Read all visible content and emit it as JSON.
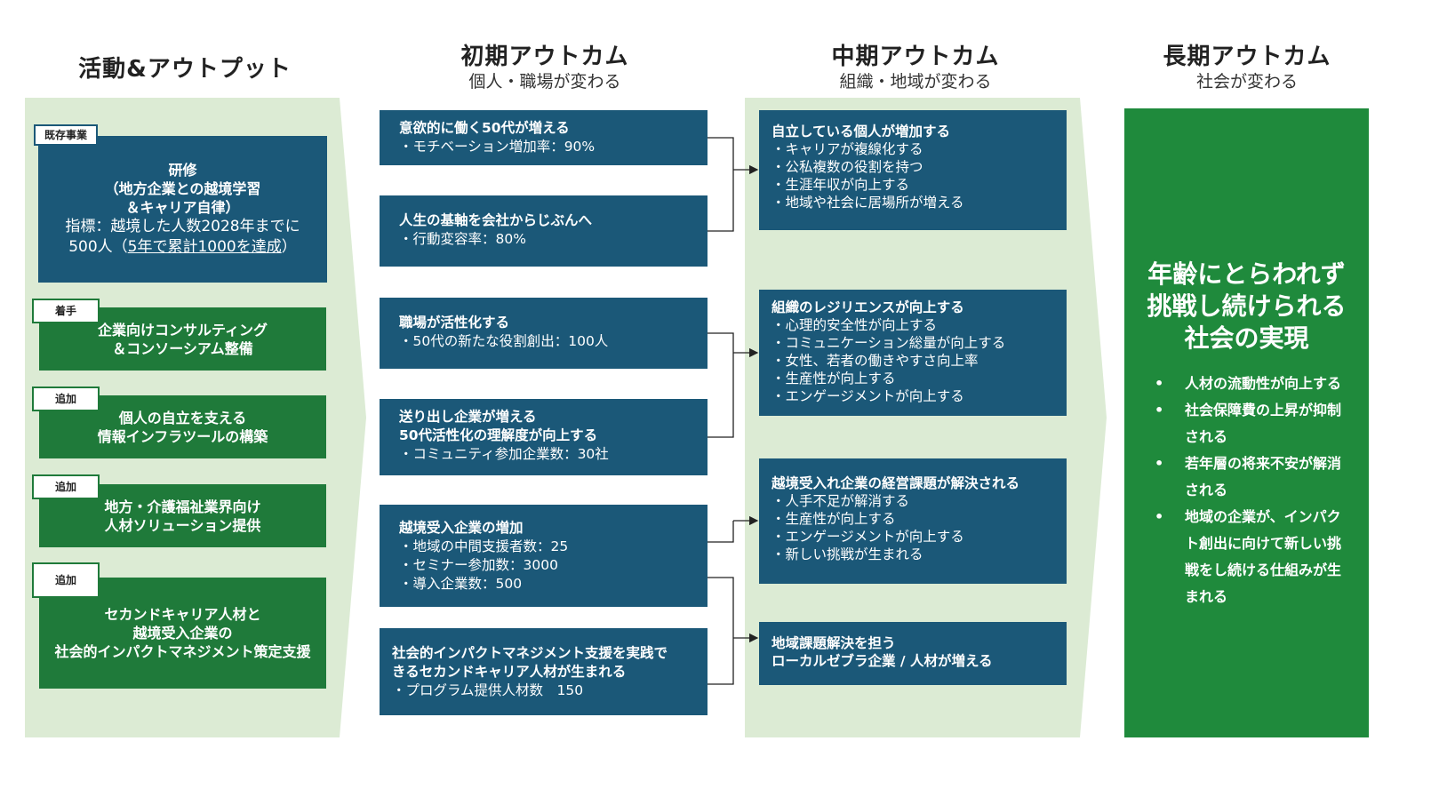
{
  "columns": {
    "activities": {
      "title": "活動&アウトプット"
    },
    "initial": {
      "title": "初期アウトカム",
      "subtitle": "個人・職場が変わる"
    },
    "mid": {
      "title": "中期アウトカム",
      "subtitle": "組織・地域が変わる"
    },
    "long": {
      "title": "長期アウトカム",
      "subtitle": "社会が変わる"
    }
  },
  "activities": [
    {
      "tag": "既存事業",
      "line1": "研修",
      "line2": "（地方企業との越境学習",
      "line3": "＆キャリア自律）",
      "line4": "指標：越境した人数2028年までに",
      "line5a": "500人（",
      "line5b": "5年で累計1000を達成",
      "line5c": "）"
    },
    {
      "tag": "着手",
      "line1": "企業向けコンサルティング",
      "line2": "＆コンソーシアム整備"
    },
    {
      "tag": "追加",
      "line1": "個人の自立を支える",
      "line2": "情報インフラツールの構築"
    },
    {
      "tag": "追加",
      "line1": "地方・介護福祉業界向け",
      "line2": "人材ソリューション提供"
    },
    {
      "tag": "追加",
      "line1": "セカンドキャリア人材と",
      "line2": "越境受入企業の",
      "line3": "社会的インパクトマネジメント策定支援"
    }
  ],
  "initial": [
    {
      "title": "意欲的に働く50代が増える",
      "items": [
        "・モチベーション増加率：90%"
      ]
    },
    {
      "title": "人生の基軸を会社からじぶんへ",
      "items": [
        "・行動変容率：80%"
      ]
    },
    {
      "title": "職場が活性化する",
      "items": [
        "・50代の新たな役割創出：100人"
      ]
    },
    {
      "title": "送り出し企業が増える",
      "title2": "50代活性化の理解度が向上する",
      "items": [
        "・コミュニティ参加企業数：30社"
      ]
    },
    {
      "title": "越境受入企業の増加",
      "items": [
        "・地域の中間支援者数：25",
        "・セミナー参加数：3000",
        "・導入企業数：500"
      ]
    },
    {
      "title": "社会的インパクトマネジメント支援を実践で",
      "title2": "きるセカンドキャリア人材が生まれる",
      "items": [
        "・プログラム提供人材数　150"
      ]
    }
  ],
  "mid": [
    {
      "title": "自立している個人が増加する",
      "items": [
        "・キャリアが複線化する",
        "・公私複数の役割を持つ",
        "・生涯年収が向上する",
        "・地域や社会に居場所が増える"
      ]
    },
    {
      "title": "組織のレジリエンスが向上する",
      "items": [
        "・心理的安全性が向上する",
        "・コミュニケーション総量が向上する",
        "・女性、若者の働きやすさ向上率",
        "・生産性が向上する",
        "・エンゲージメントが向上する"
      ]
    },
    {
      "title": "越境受入れ企業の経営課題が解決される",
      "items": [
        "・人手不足が解消する",
        "・生産性が向上する",
        "・エンゲージメントが向上する",
        "・新しい挑戦が生まれる"
      ]
    },
    {
      "title": "地域課題解決を担う",
      "title2": "ローカルゼブラ企業 / 人材が増える",
      "items": []
    }
  ],
  "long": {
    "title1": "年齢にとらわれず",
    "title2": "挑戦し続けられる",
    "title3": "社会の実現",
    "bullet": "•",
    "bullets": [
      {
        "l1": "人材の流動性が向上する"
      },
      {
        "l1": "社会保障費の上昇が抑制",
        "l2": "される"
      },
      {
        "l1": "若年層の将来不安が解消",
        "l2": "される"
      },
      {
        "l1": "地域の企業が、インパク",
        "l2": "ト創出に向けて新しい挑",
        "l3": "戦をし続ける仕組みが生",
        "l4": "まれる"
      }
    ]
  },
  "colors": {
    "blue": "#1b5878",
    "green": "#1f7a3a",
    "band": "#dcebd4",
    "long_green": "#1f8a3c"
  }
}
